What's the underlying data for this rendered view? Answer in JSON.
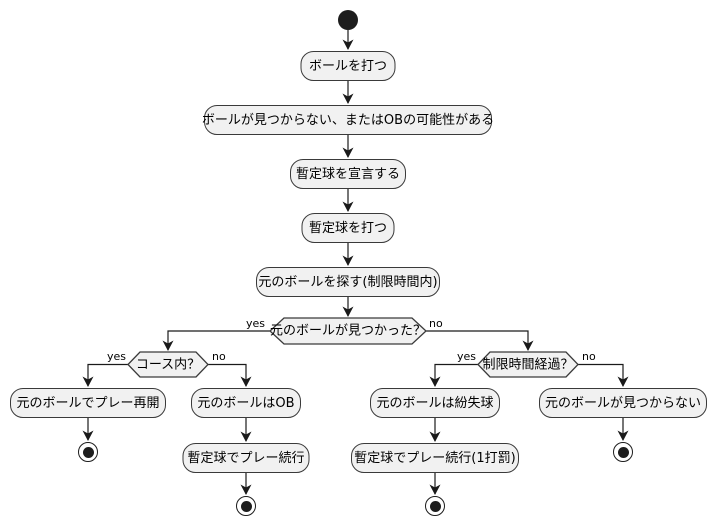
{
  "diagram": {
    "type": "activity-flowchart",
    "colors": {
      "canvas_background": "#ffffff",
      "node_fill": "#f1f1f1",
      "node_border": "#3a3a3a",
      "line": "#1a1a1a",
      "text": "#000000"
    },
    "activities": {
      "hit_ball": "ボールを打つ",
      "ball_missing_or_ob": "ボールが見つからない、またはOBの可能性がある",
      "declare_provisional": "暫定球を宣言する",
      "hit_provisional": "暫定球を打つ",
      "search_original": "元のボールを探す(制限時間内)",
      "resume_with_original": "元のボールでプレー再開",
      "original_is_ob": "元のボールはOB",
      "original_is_lost": "元のボールは紛失球",
      "original_not_found": "元のボールが見つからない",
      "continue_with_provisional": "暫定球でプレー続行",
      "continue_with_provisional_penalty": "暫定球でプレー続行(1打罰)"
    },
    "decisions": {
      "found_original": "元のボールが見つかった？",
      "in_course": "コース内？",
      "time_limit_exceeded": "制限時間経過？"
    },
    "edge_labels": {
      "yes": "yes",
      "no": "no"
    }
  }
}
